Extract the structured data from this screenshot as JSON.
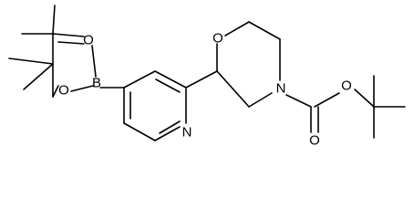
{
  "molecule": {
    "atoms": {
      "pinacol_O_upper": "O",
      "pinacol_O_lower": "O",
      "boron": "B",
      "pyridine_N": "N",
      "morpholine_O": "O",
      "morpholine_N": "N",
      "carbonyl_O": "O",
      "ester_O": "O"
    }
  }
}
